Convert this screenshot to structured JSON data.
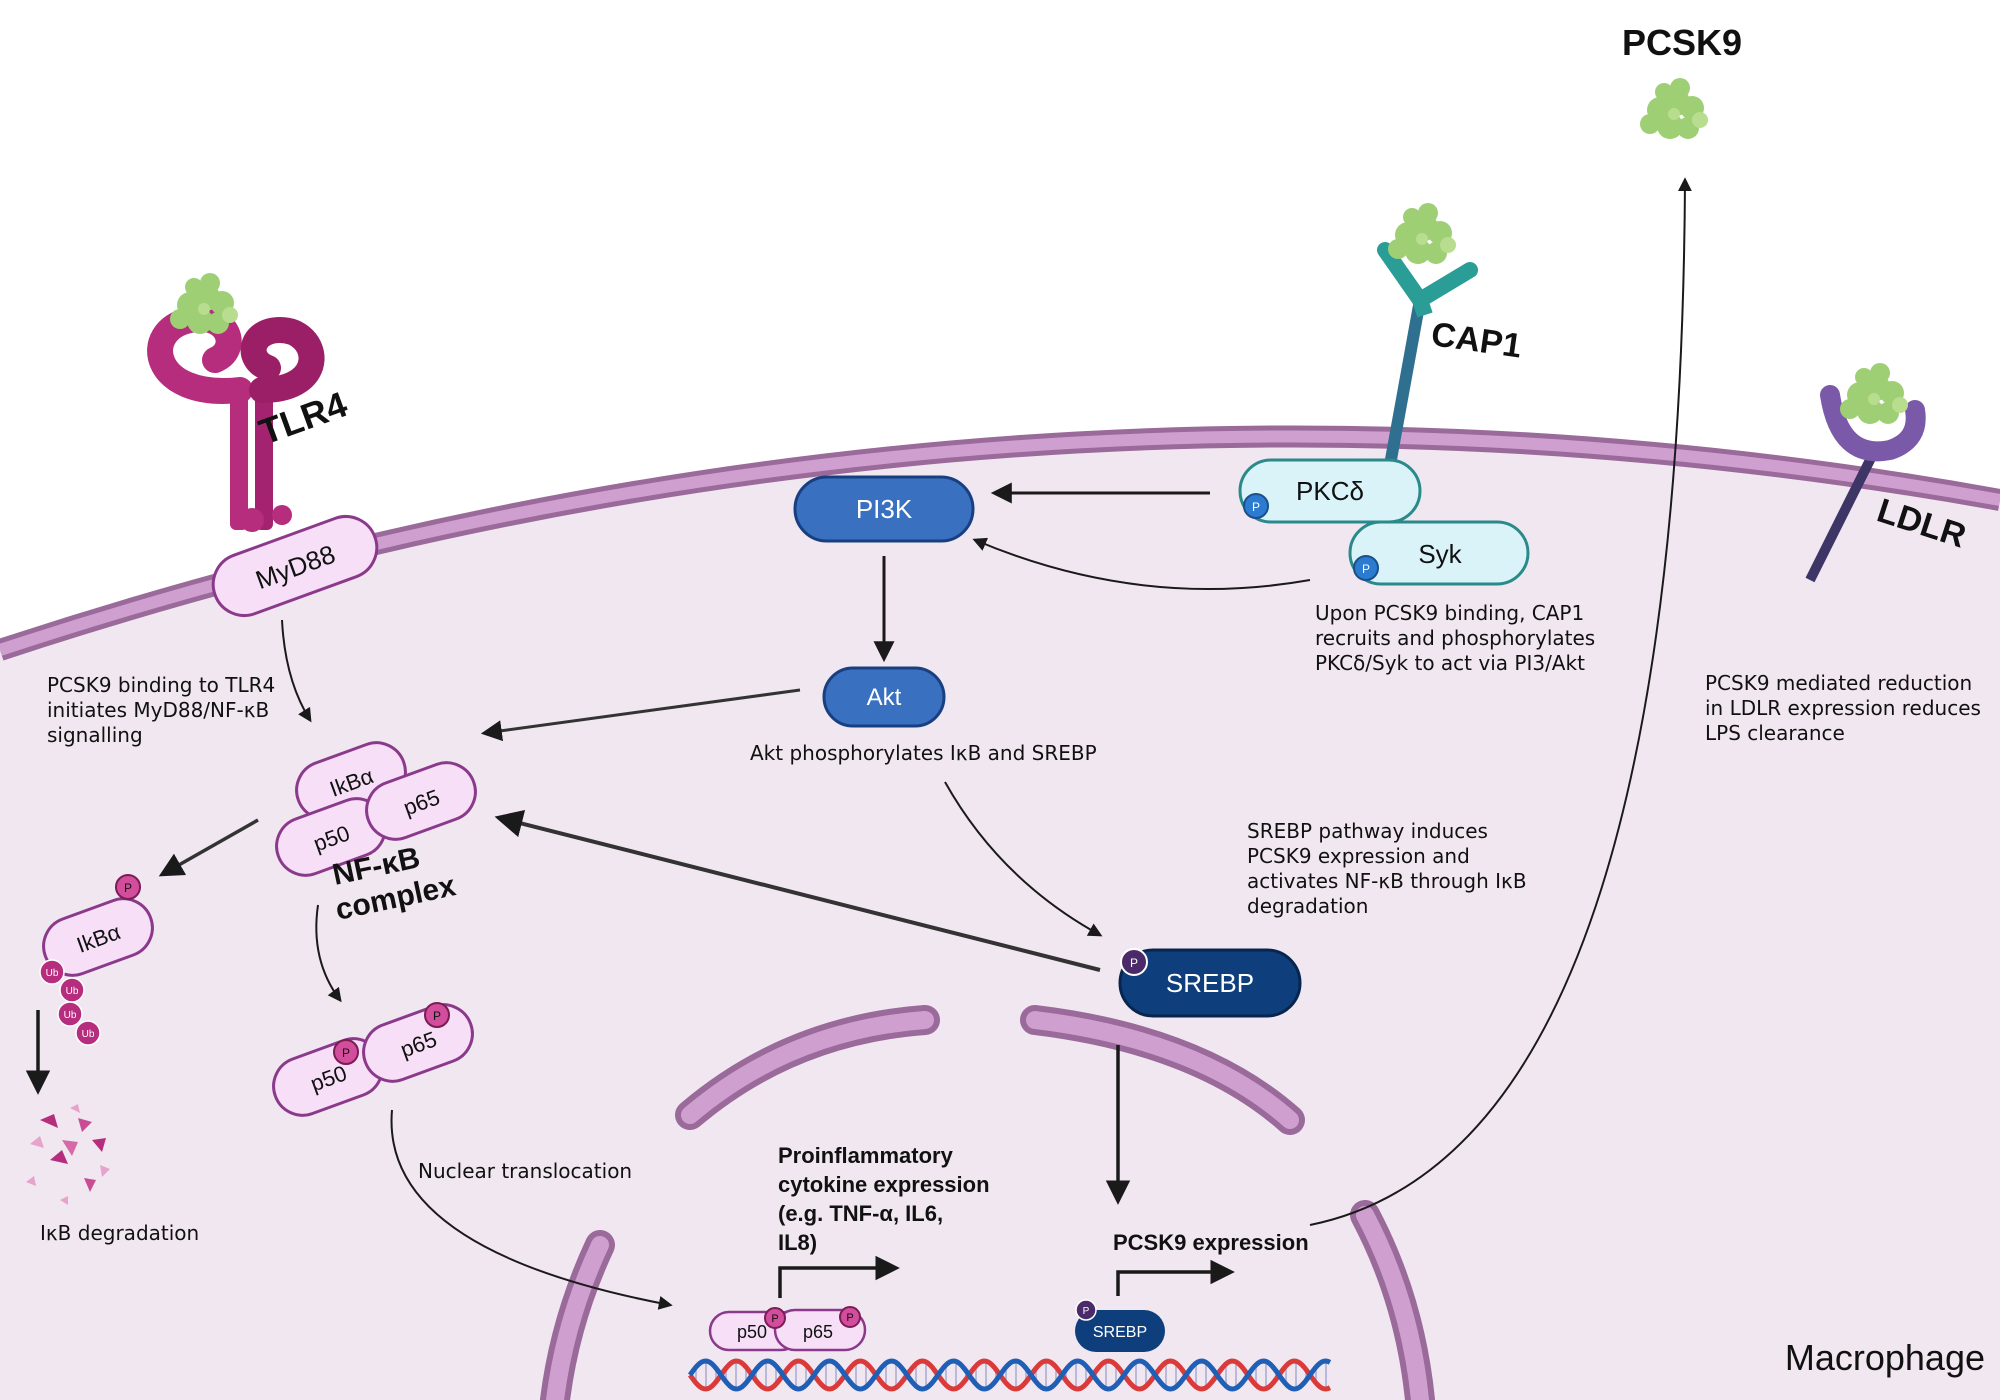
{
  "title": "",
  "labels": {
    "pcsk9_top": "PCSK9",
    "tlr4": "TLR4",
    "cap1": "CAP1",
    "ldlr": "LDLR",
    "myd88": "MyD88",
    "pi3k": "PI3K",
    "pkcd": "PKCδ",
    "syk": "Syk",
    "akt": "Akt",
    "ikba": "IkBα",
    "ikba2": "IkBα",
    "p50": "p50",
    "p65": "p65",
    "p50b": "p50",
    "p65b": "p65",
    "p50c": "p50",
    "p65c": "p65",
    "nfkb_line1": "NF-κB",
    "nfkb_line2": "complex",
    "srebp": "SREBP",
    "srebp_small": "SREBP",
    "p": "P",
    "ub": "Ub",
    "macrophage": "Macrophage",
    "pcsk9_expression": "PCSK9 expression",
    "cytokine_line1": "Proinflammatory",
    "cytokine_line2": "cytokine expression",
    "cytokine_line3": "(e.g. TNF-α, IL6,",
    "cytokine_line4": "IL8)"
  },
  "notes": {
    "tlr4_line1": "PCSK9 binding to TLR4",
    "tlr4_line2": "initiates MyD88/NF-κB",
    "tlr4_line3": "signalling",
    "cap1_line1": "Upon PCSK9 binding, CAP1",
    "cap1_line2": "recruits and phosphorylates",
    "cap1_line3": "PKCδ/Syk to act via PI3/Akt",
    "ldlr_line1": "PCSK9 mediated reduction",
    "ldlr_line2": "in LDLR expression reduces",
    "ldlr_line3": "LPS clearance",
    "akt": "Akt phosphorylates IκB and SREBP",
    "srebp_line1": "SREBP pathway induces",
    "srebp_line2": "PCSK9 expression and",
    "srebp_line3": "activates NF-κB through IκB",
    "srebp_line4": "degradation",
    "ikb_deg": "IκB degradation",
    "nuclear": "Nuclear translocation"
  },
  "colors": {
    "cell_bg": "#f1e7f1",
    "membrane": "#b888b8",
    "tlr4": "#b52d7c",
    "pcsk9": "#9fcf75",
    "cap1": "#2a9d96",
    "ldlr": "#7a5aa8",
    "blue_box": "#3a70c0",
    "navy_box": "#0e3f7c",
    "light_cyan": "#d9f3f8",
    "pink_box": "#f7e0f7",
    "phos_pink": "#d24d9c",
    "dna_red": "#d93b3b",
    "dna_blue": "#1f5fb5"
  }
}
